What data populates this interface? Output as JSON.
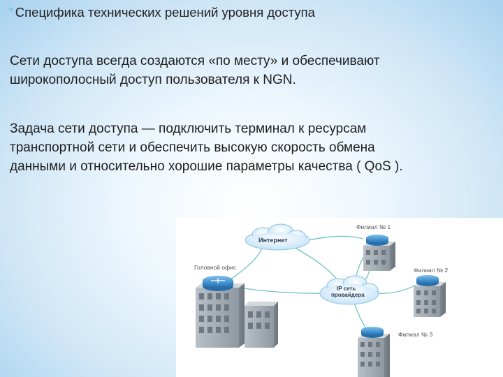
{
  "slide": {
    "title_marker": "*",
    "title": "Специфика технических решений уровня доступа",
    "paragraph1_line1": "Сети доступа всегда создаются «по месту» и обеспечивают",
    "paragraph1_line2": "широкополосный доступ пользователя к NGN.",
    "paragraph2_line1": "Задача сети доступа — подключить терминал к ресурсам",
    "paragraph2_line2": "транспортной сети и обеспечить высокую скорость обмена",
    "paragraph2_line3": "данными и относительно хорошие параметры качества ( QoS )."
  },
  "diagram": {
    "internet_label": "Интернет",
    "ip_network_line1": "IP сеть",
    "ip_network_line2": "провайдера",
    "head_office_label": "Головной офис",
    "branch1_label": "Филиал № 1",
    "branch2_label": "Филиал № 2",
    "branch3_label": "Филиал № 3",
    "icons": [
      "internet-cloud-icon",
      "ip-network-cloud-icon",
      "router-icon",
      "building-icon"
    ]
  },
  "colors": {
    "title_marker": "#79c6e7",
    "text": "#1e1e1e",
    "cloud": "#dff0fb",
    "router": "#3a8fd0",
    "link": "#6fc3c0",
    "building": "#9aa3ab"
  }
}
